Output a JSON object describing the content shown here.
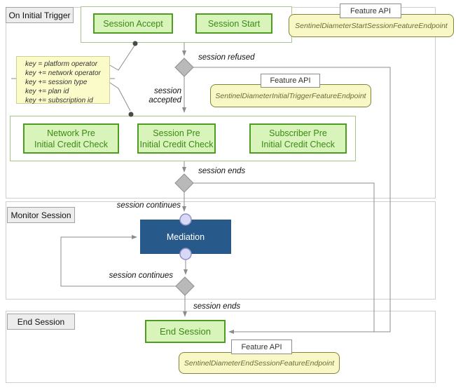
{
  "sections": {
    "initial_trigger": {
      "label": "On Initial Trigger"
    },
    "monitor_session": {
      "label": "Monitor Session"
    },
    "end_session": {
      "label": "End Session"
    }
  },
  "nodes": {
    "session_accept": {
      "label": "Session Accept"
    },
    "session_start": {
      "label": "Session Start"
    },
    "network_pre": {
      "line1": "Network Pre",
      "line2": "Initial Credit Check"
    },
    "session_pre": {
      "line1": "Session Pre",
      "line2": "Initial Credit Check"
    },
    "subscriber_pre": {
      "line1": "Subscriber Pre",
      "line2": "Initial Credit Check"
    },
    "mediation": {
      "label": "Mediation"
    },
    "end_session": {
      "label": "End Session"
    }
  },
  "edge_labels": {
    "session_refused": "session refused",
    "session_accepted": "session accepted",
    "session_ends_top": "session ends",
    "session_continues_top": "session continues",
    "session_continues_loop": "session continues",
    "session_ends_bottom": "session ends"
  },
  "callouts": {
    "start_session": {
      "label": "Feature API",
      "endpoint": "SentinelDiameterStartSessionFeatureEndpoint"
    },
    "initial_trigger": {
      "label": "Feature API",
      "endpoint": "SentinelDiameterInitialTriggerFeatureEndpoint"
    },
    "end_session": {
      "label": "Feature API",
      "endpoint": "SentinelDiameterEndSessionFeatureEndpoint"
    }
  },
  "key_note": {
    "lines": [
      "key = platform operator",
      "key += network operator",
      "key += session type",
      "key += plan id",
      "key += subscription id"
    ]
  },
  "colors": {
    "activity_fill": "#d9f4bb",
    "activity_border": "#4f9c22",
    "activity_text": "#3a8a14",
    "container_border": "#a6c78c",
    "note_fill": "#fbfbca",
    "note_border": "#cfcf8f",
    "endpoint_fill": "#f8f8c6",
    "endpoint_border": "#83833d",
    "endpoint_text": "#6b6b33",
    "mediation_fill": "#27598a",
    "diamond_fill": "#b9b9b9",
    "diamond_border": "#909090",
    "connector": "#8c8c8c"
  }
}
